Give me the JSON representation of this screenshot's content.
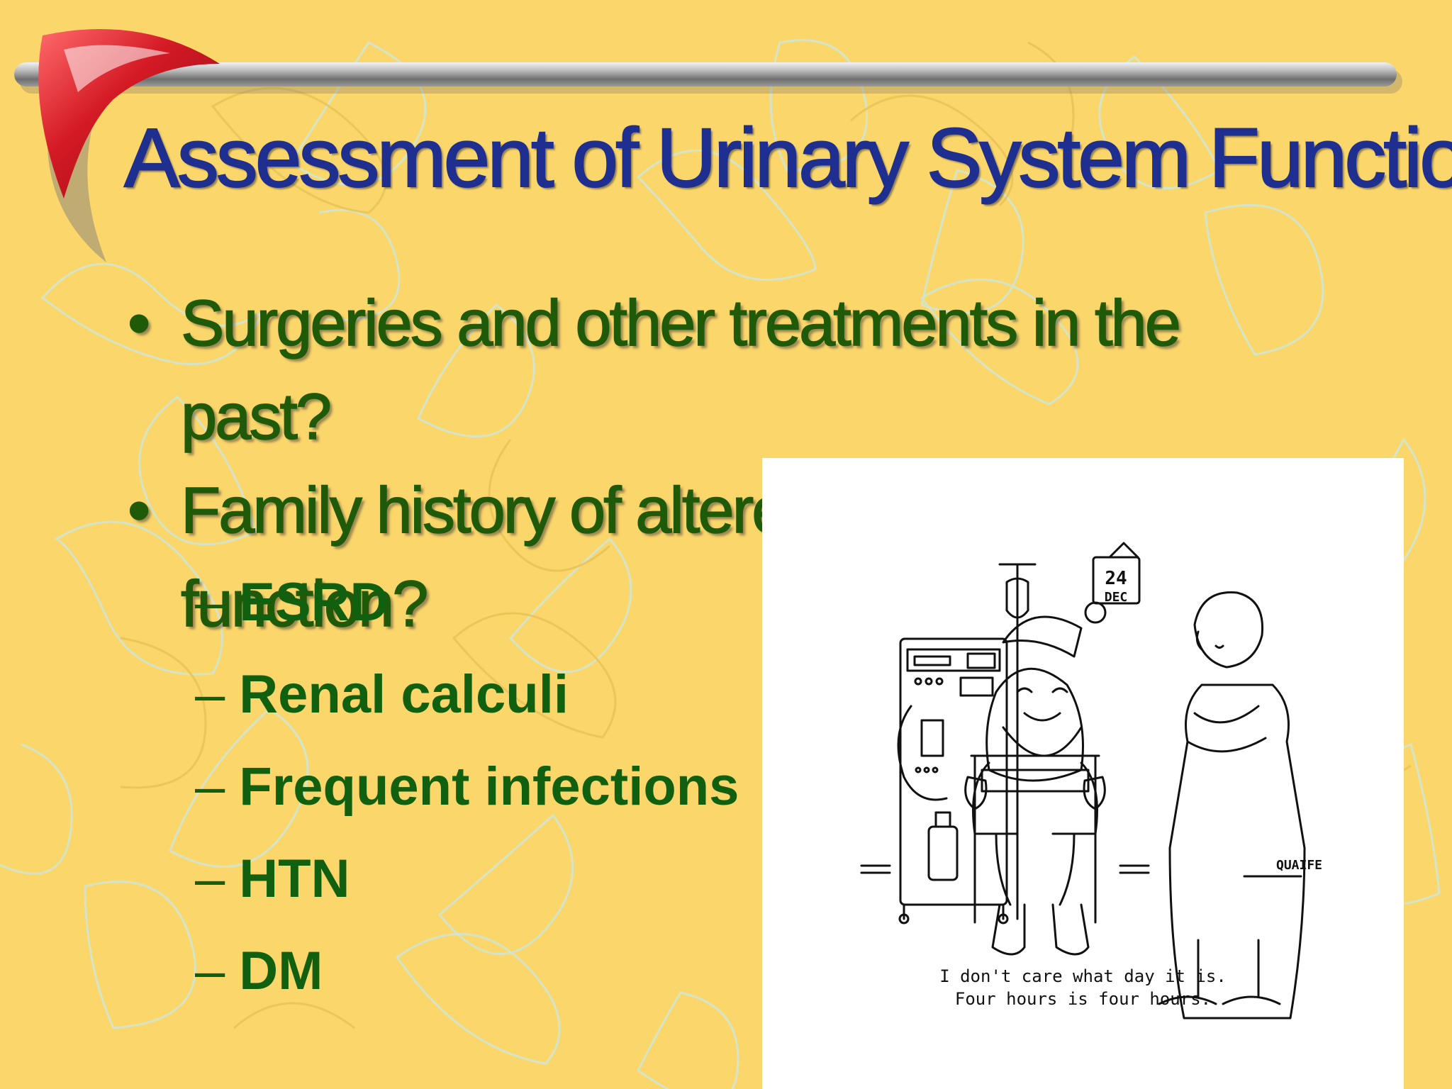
{
  "slide": {
    "title": "Assessment of Urinary System Function",
    "bullets": [
      {
        "marker": "•",
        "text": "Surgeries and other treatments in the past?"
      },
      {
        "marker": "•",
        "text": "Family history of altered structure or function?"
      }
    ],
    "subitems": [
      {
        "marker": "–",
        "text": "ESRD"
      },
      {
        "marker": "–",
        "text": "Renal calculi"
      },
      {
        "marker": "–",
        "text": "Frequent infections"
      },
      {
        "marker": "–",
        "text": "HTN"
      },
      {
        "marker": "–",
        "text": "DM"
      }
    ]
  },
  "cartoon": {
    "calendar_day": "24",
    "calendar_month": "DEC",
    "signature": "QUAIFE",
    "caption_line1": "I don't care what day it is.",
    "caption_line2": "Four hours is four hours."
  },
  "colors": {
    "background": "#fbd66a",
    "title": "#1f2f8f",
    "bullet_text": "#1f5a08",
    "sub_text": "#116010",
    "accent_red": "#c8102e"
  }
}
